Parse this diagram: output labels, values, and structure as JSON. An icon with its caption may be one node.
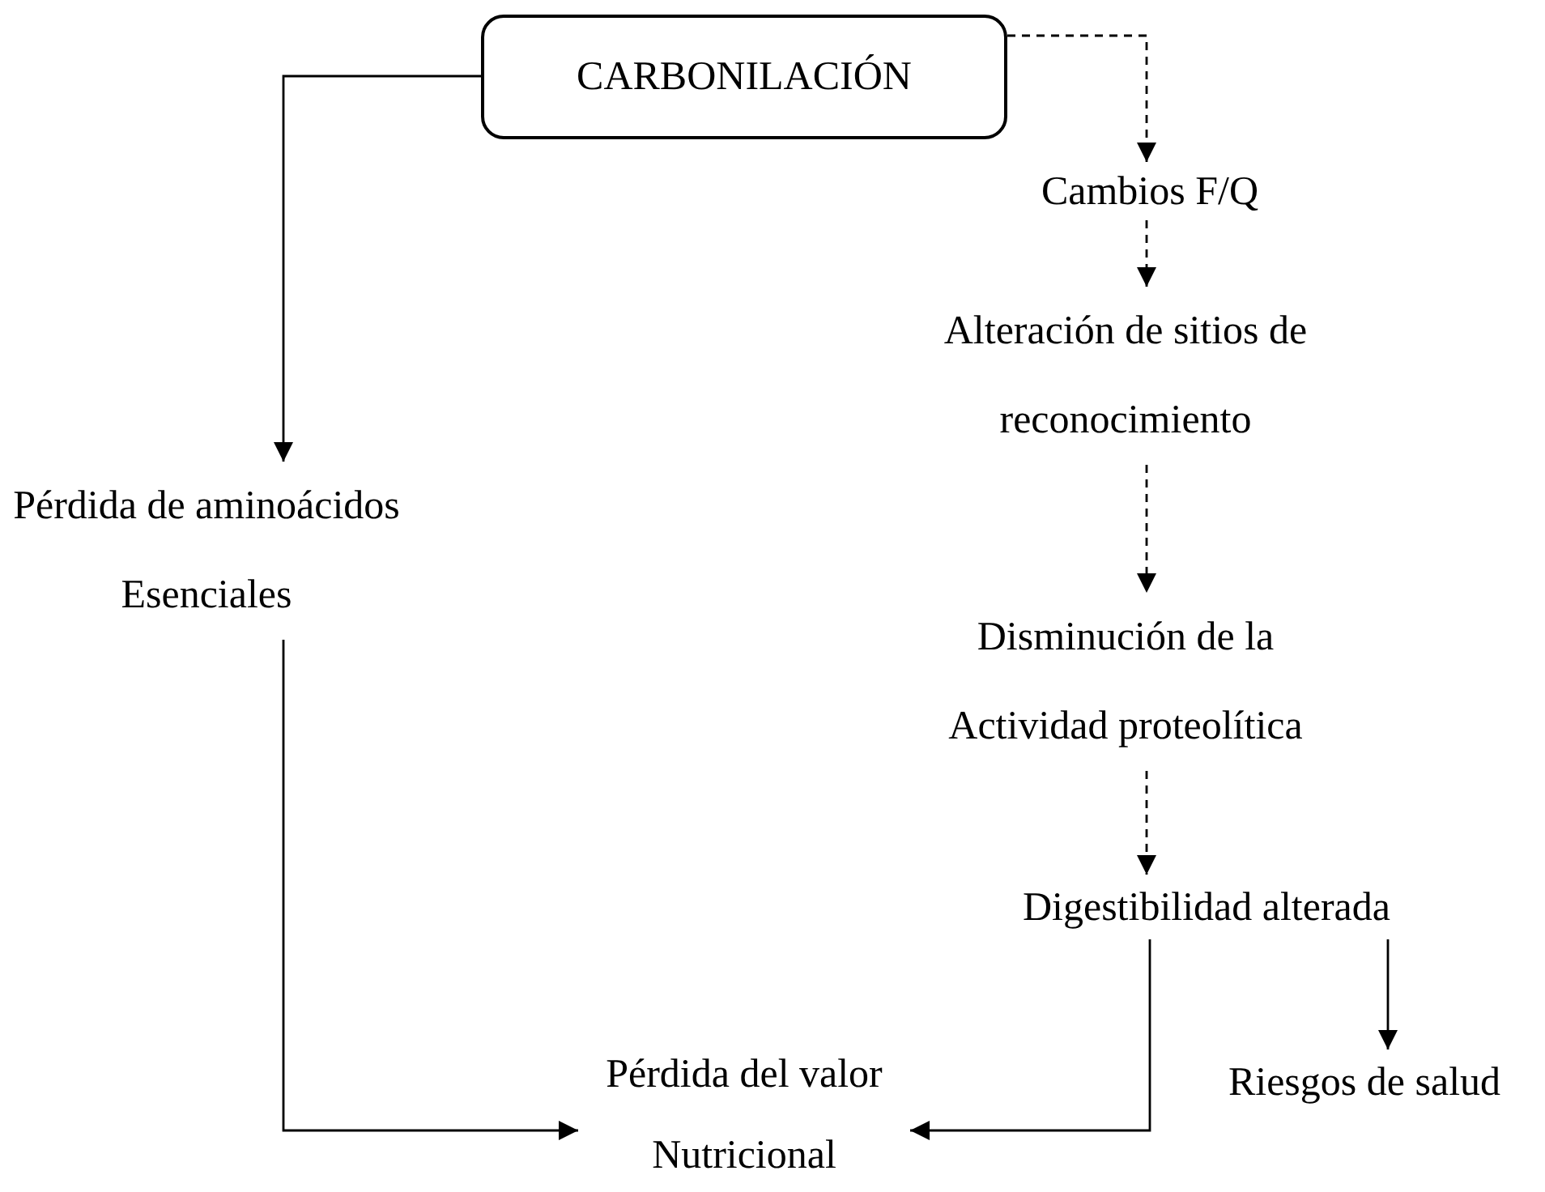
{
  "diagram": {
    "nodes": [
      {
        "text": [
          "CARBONILACIÓN"
        ]
      },
      {
        "text": [
          "Cambios F/Q"
        ]
      },
      {
        "text": [
          "Alteración de sitios de reconocimiento"
        ]
      },
      {
        "text": [
          "Pérdida de aminoácidos Esenciales"
        ]
      },
      {
        "text": [
          "Disminución de la Actividad proteolítica"
        ]
      },
      {
        "text": [
          "Digestibilidad alterada"
        ]
      },
      {
        "text": [
          "Pérdida del valor Nutricional"
        ]
      },
      {
        "text": [
          "Riesgos de salud"
        ]
      }
    ],
    "edges": [
      {
        "from": 0,
        "to": 3,
        "arrow": "to"
      },
      {
        "from": 0,
        "to": 1,
        "arrow": "to",
        "style": "dashed"
      },
      {
        "from": 1,
        "to": 2,
        "arrow": "to",
        "style": "dashed"
      },
      {
        "from": 2,
        "to": 4,
        "arrow": "to",
        "style": "dashed"
      },
      {
        "from": 4,
        "to": 5,
        "arrow": "to",
        "style": "dashed"
      },
      {
        "from": 3,
        "to": 6,
        "arrow": "to"
      },
      {
        "from": 5,
        "to": 6,
        "arrow": "to"
      },
      {
        "from": 5,
        "to": 7,
        "arrow": "to"
      }
    ]
  }
}
